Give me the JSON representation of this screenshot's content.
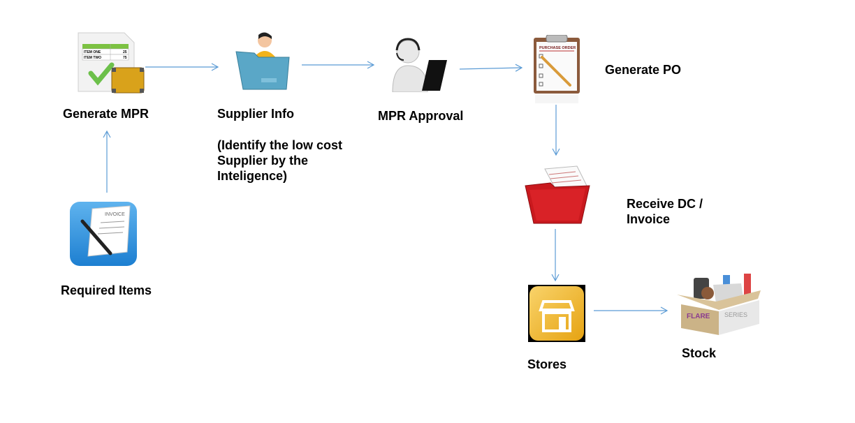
{
  "diagram": {
    "nodes": [
      {
        "id": "required-items",
        "label": "Required Items",
        "icon": "invoice-pen-icon"
      },
      {
        "id": "generate-mpr",
        "label": "Generate MPR",
        "icon": "checklist-box-icon"
      },
      {
        "id": "supplier-info",
        "label": "Supplier Info",
        "note": "(Identify the low cost",
        "note2": "Supplier by the",
        "note3": "Inteligence)",
        "icon": "user-folder-icon"
      },
      {
        "id": "mpr-approval",
        "label": "MPR Approval",
        "icon": "user-laptop-icon"
      },
      {
        "id": "generate-po",
        "label": "Generate PO",
        "icon": "purchase-order-clipboard-icon",
        "icon_text": "PURCHASE ORDER"
      },
      {
        "id": "receive-dc-invoice",
        "label": "Receive DC /",
        "label2": "Invoice",
        "icon": "red-folder-icon"
      },
      {
        "id": "stores",
        "label": "Stores",
        "icon": "storefront-icon"
      },
      {
        "id": "stock",
        "label": "Stock",
        "icon": "product-box-icon",
        "icon_text": "FLARE",
        "icon_text2": "SERIES"
      }
    ],
    "edges": [
      {
        "from": "required-items",
        "to": "generate-mpr"
      },
      {
        "from": "generate-mpr",
        "to": "supplier-info"
      },
      {
        "from": "supplier-info",
        "to": "mpr-approval"
      },
      {
        "from": "mpr-approval",
        "to": "generate-po"
      },
      {
        "from": "generate-po",
        "to": "receive-dc-invoice"
      },
      {
        "from": "receive-dc-invoice",
        "to": "stores"
      },
      {
        "from": "stores",
        "to": "stock"
      }
    ],
    "mpr_icon_rows": [
      "ITEM ONE",
      "25",
      "ITEM TWO",
      "75"
    ],
    "invoice_text": "INVOICE",
    "arrow_color": "#5b9bd5"
  }
}
